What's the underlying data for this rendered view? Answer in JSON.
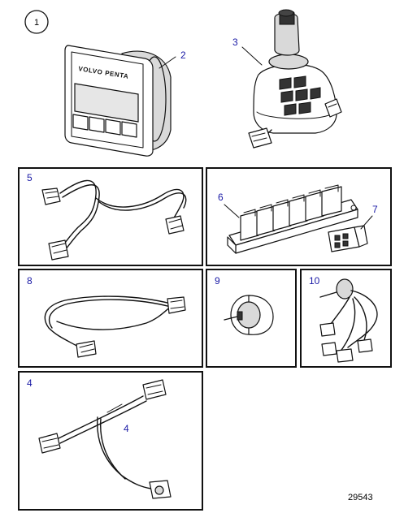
{
  "sheet_number": "1",
  "figure_id": "29543",
  "display_brand": "VOLVO PENTA",
  "callouts": {
    "c2": "2",
    "c3": "3",
    "c4a": "4",
    "c4b": "4",
    "c5": "5",
    "c6": "6",
    "c7": "7",
    "c8": "8",
    "c9": "9",
    "c10": "10"
  }
}
